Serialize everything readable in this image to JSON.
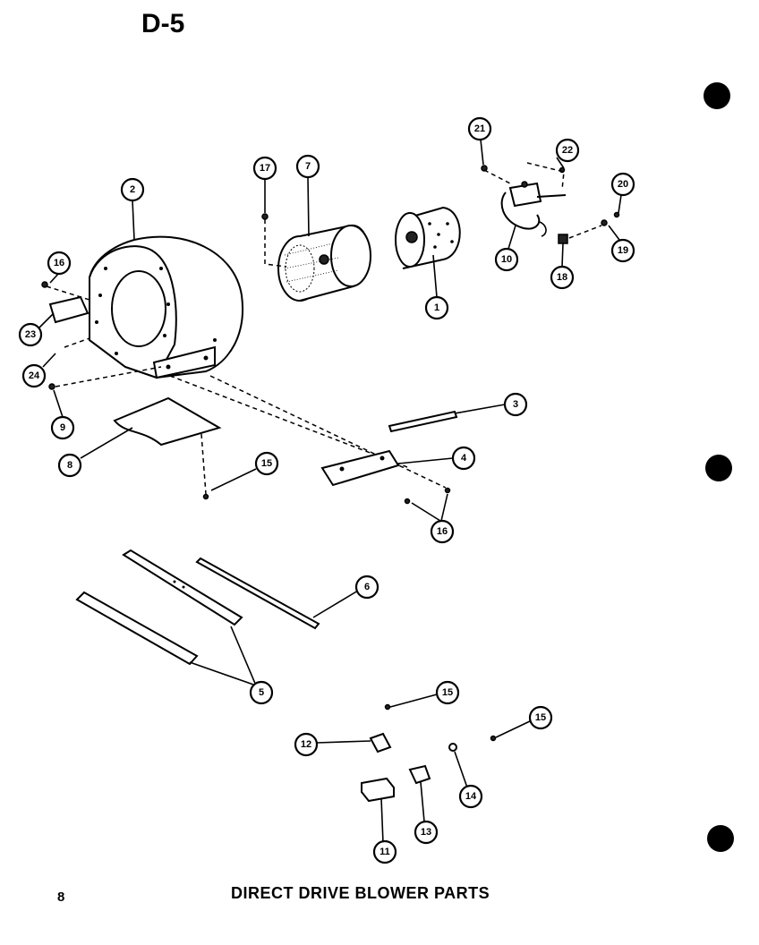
{
  "page": {
    "title": "D-5",
    "page_number": "8",
    "caption": "DIRECT DRIVE BLOWER PARTS"
  },
  "callouts": [
    {
      "id": "c1",
      "label": "1"
    },
    {
      "id": "c2",
      "label": "2"
    },
    {
      "id": "c3",
      "label": "3"
    },
    {
      "id": "c4",
      "label": "4"
    },
    {
      "id": "c5",
      "label": "5"
    },
    {
      "id": "c6",
      "label": "6"
    },
    {
      "id": "c7",
      "label": "7"
    },
    {
      "id": "c8",
      "label": "8"
    },
    {
      "id": "c9",
      "label": "9"
    },
    {
      "id": "c10",
      "label": "10"
    },
    {
      "id": "c11",
      "label": "11"
    },
    {
      "id": "c12",
      "label": "12"
    },
    {
      "id": "c13",
      "label": "13"
    },
    {
      "id": "c14",
      "label": "14"
    },
    {
      "id": "c15a",
      "label": "15"
    },
    {
      "id": "c15b",
      "label": "15"
    },
    {
      "id": "c15c",
      "label": "15"
    },
    {
      "id": "c16a",
      "label": "16"
    },
    {
      "id": "c16b",
      "label": "16"
    },
    {
      "id": "c17",
      "label": "17"
    },
    {
      "id": "c18",
      "label": "18"
    },
    {
      "id": "c19",
      "label": "19"
    },
    {
      "id": "c20",
      "label": "20"
    },
    {
      "id": "c21",
      "label": "21"
    },
    {
      "id": "c22",
      "label": "22"
    },
    {
      "id": "c23",
      "label": "23"
    },
    {
      "id": "c24",
      "label": "24"
    }
  ]
}
